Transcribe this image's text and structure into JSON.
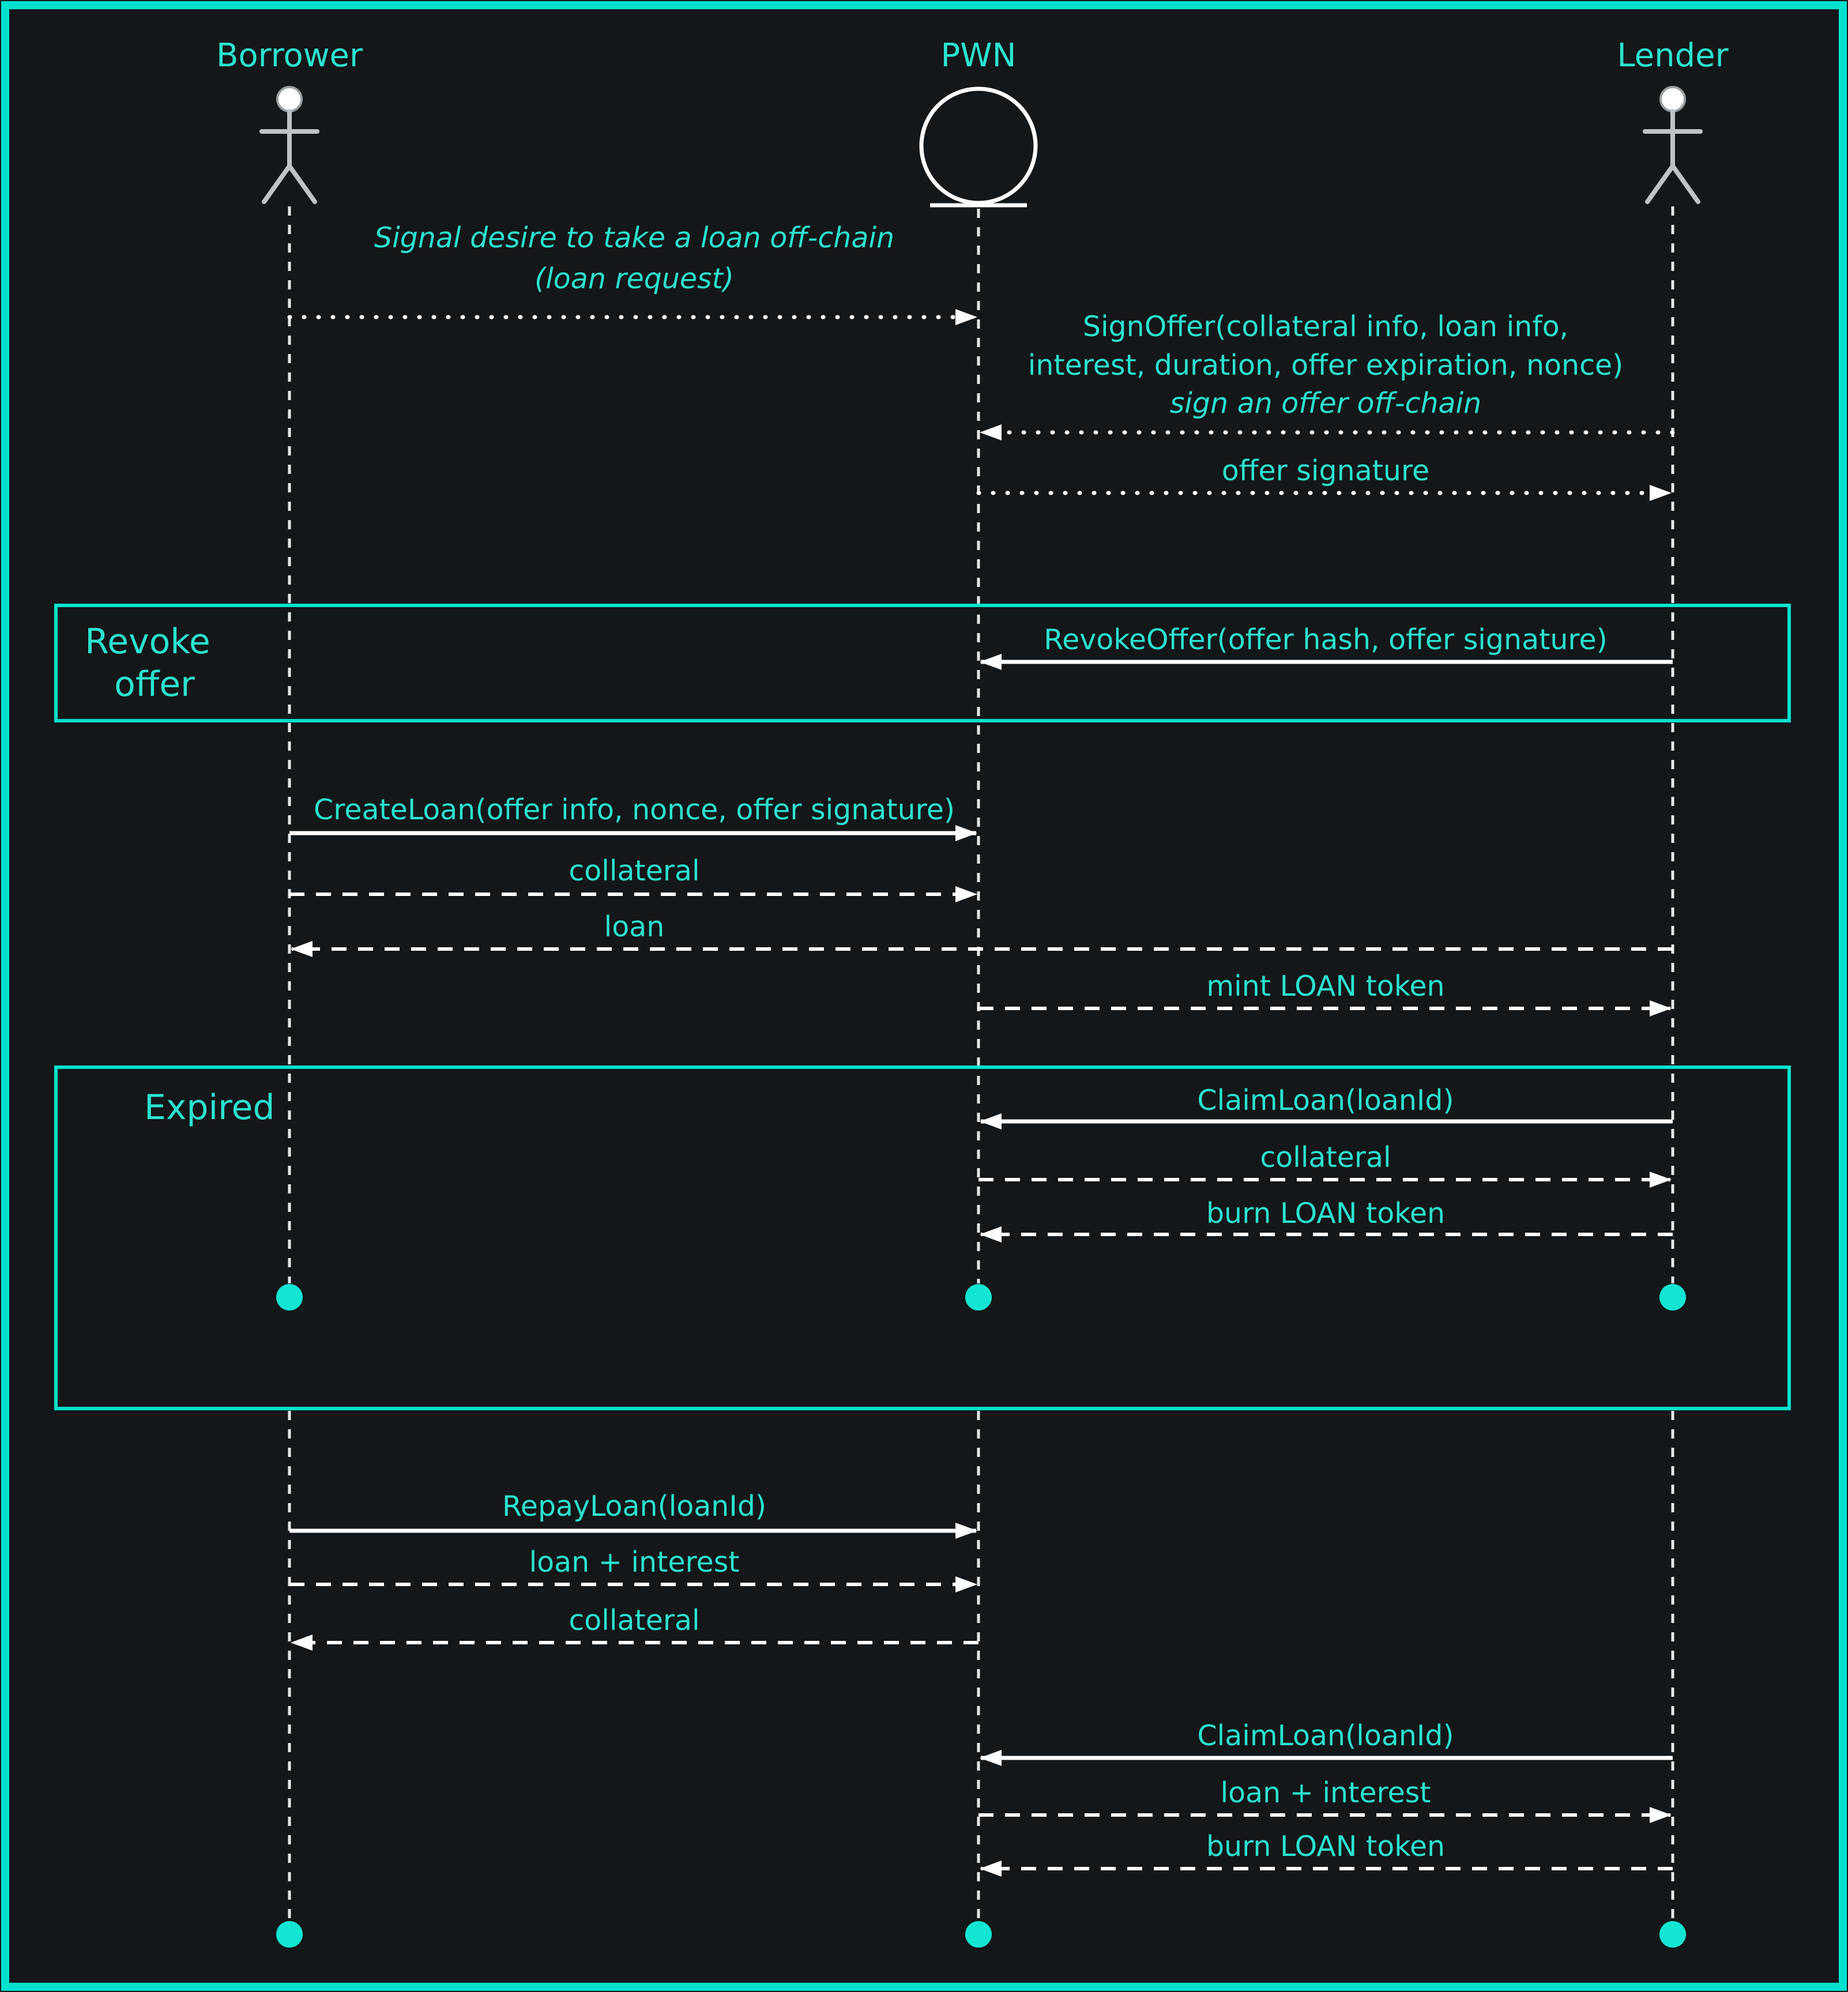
{
  "diagram": {
    "type": "sequence-diagram",
    "colors": {
      "background": "#141719",
      "border": "#00e2cf",
      "text": "#2be3d0",
      "lines": "#ffffff",
      "termination_dot": "#12e6d2"
    },
    "actors": [
      {
        "name": "Borrower",
        "symbol": "person"
      },
      {
        "name": "PWN",
        "symbol": "entity-circle"
      },
      {
        "name": "Lender",
        "symbol": "person"
      }
    ],
    "frames": [
      {
        "label_lines": [
          "Revoke",
          "offer"
        ]
      },
      {
        "label_lines": [
          "Expired"
        ]
      }
    ],
    "messages": [
      {
        "from": "Borrower",
        "to": "PWN",
        "style": "dotted",
        "lines": [
          "Signal desire to take a loan off-chain",
          "(loan request)"
        ]
      },
      {
        "from": "Lender",
        "to": "PWN",
        "style": "dotted",
        "lines": [
          "SignOffer(collateral info, loan info,",
          "interest, duration, offer expiration, nonce)",
          "sign an offer off-chain"
        ]
      },
      {
        "from": "PWN",
        "to": "Lender",
        "style": "dotted",
        "lines": [
          "offer signature"
        ]
      },
      {
        "from": "Lender",
        "to": "PWN",
        "style": "solid",
        "frame": "Revoke offer",
        "lines": [
          "RevokeOffer(offer hash, offer signature)"
        ]
      },
      {
        "from": "Borrower",
        "to": "PWN",
        "style": "solid",
        "lines": [
          "CreateLoan(offer info, nonce, offer signature)"
        ]
      },
      {
        "from": "Borrower",
        "to": "PWN",
        "style": "dashed",
        "lines": [
          "collateral"
        ]
      },
      {
        "from": "Lender",
        "to": "Borrower",
        "style": "dashed",
        "lines": [
          "loan"
        ]
      },
      {
        "from": "PWN",
        "to": "Lender",
        "style": "dashed",
        "lines": [
          "mint LOAN token"
        ]
      },
      {
        "from": "Lender",
        "to": "PWN",
        "style": "solid",
        "frame": "Expired",
        "lines": [
          "ClaimLoan(loanId)"
        ]
      },
      {
        "from": "PWN",
        "to": "Lender",
        "style": "dashed",
        "frame": "Expired",
        "lines": [
          "collateral"
        ]
      },
      {
        "from": "Lender",
        "to": "PWN",
        "style": "dashed",
        "frame": "Expired",
        "lines": [
          "burn LOAN token"
        ]
      },
      {
        "from": "Borrower",
        "to": "PWN",
        "style": "solid",
        "lines": [
          "RepayLoan(loanId)"
        ]
      },
      {
        "from": "Borrower",
        "to": "PWN",
        "style": "dashed",
        "lines": [
          "loan + interest"
        ]
      },
      {
        "from": "PWN",
        "to": "Borrower",
        "style": "dashed",
        "lines": [
          "collateral"
        ]
      },
      {
        "from": "Lender",
        "to": "PWN",
        "style": "solid",
        "lines": [
          "ClaimLoan(loanId)"
        ]
      },
      {
        "from": "PWN",
        "to": "Lender",
        "style": "dashed",
        "lines": [
          "loan + interest"
        ]
      },
      {
        "from": "Lender",
        "to": "PWN",
        "style": "dashed",
        "lines": [
          "burn LOAN token"
        ]
      }
    ]
  }
}
